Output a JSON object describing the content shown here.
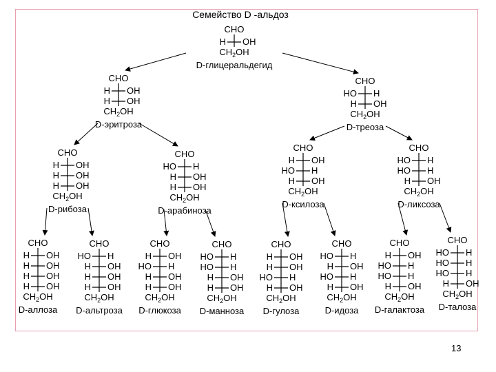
{
  "title": "Семейство D -альдоз",
  "slide_number": "13",
  "labels": {
    "aldehyde": "CHO",
    "end": "CH2OH"
  },
  "nodes": [
    {
      "id": "glyceraldehyde",
      "name": "D-глицеральдегид",
      "rows": [
        [
          "H",
          "OH"
        ]
      ]
    },
    {
      "id": "erythrose",
      "name": "D-эритроза",
      "rows": [
        [
          "H",
          "OH"
        ],
        [
          "H",
          "OH"
        ]
      ]
    },
    {
      "id": "threose",
      "name": "D-треоза",
      "rows": [
        [
          "HO",
          "H"
        ],
        [
          "H",
          "OH"
        ]
      ]
    },
    {
      "id": "ribose",
      "name": "D-рибоза",
      "rows": [
        [
          "H",
          "OH"
        ],
        [
          "H",
          "OH"
        ],
        [
          "H",
          "OH"
        ]
      ]
    },
    {
      "id": "arabinose",
      "name": "D-арабиноза",
      "rows": [
        [
          "HO",
          "H"
        ],
        [
          "H",
          "OH"
        ],
        [
          "H",
          "OH"
        ]
      ]
    },
    {
      "id": "xylose",
      "name": "D-ксилоза",
      "rows": [
        [
          "H",
          "OH"
        ],
        [
          "HO",
          "H"
        ],
        [
          "H",
          "OH"
        ]
      ]
    },
    {
      "id": "lyxose",
      "name": "D-ликсоза",
      "rows": [
        [
          "HO",
          "H"
        ],
        [
          "HO",
          "H"
        ],
        [
          "H",
          "OH"
        ]
      ]
    },
    {
      "id": "allose",
      "name": "D-аллоза",
      "rows": [
        [
          "H",
          "OH"
        ],
        [
          "H",
          "OH"
        ],
        [
          "H",
          "OH"
        ],
        [
          "H",
          "OH"
        ]
      ]
    },
    {
      "id": "altrose",
      "name": "D-альтроза",
      "rows": [
        [
          "HO",
          "H"
        ],
        [
          "H",
          "OH"
        ],
        [
          "H",
          "OH"
        ],
        [
          "H",
          "OH"
        ]
      ]
    },
    {
      "id": "glucose",
      "name": "D-глюкоза",
      "rows": [
        [
          "H",
          "OH"
        ],
        [
          "HO",
          "H"
        ],
        [
          "H",
          "OH"
        ],
        [
          "H",
          "OH"
        ]
      ]
    },
    {
      "id": "mannose",
      "name": "D-манноза",
      "rows": [
        [
          "HO",
          "H"
        ],
        [
          "HO",
          "H"
        ],
        [
          "H",
          "OH"
        ],
        [
          "H",
          "OH"
        ]
      ]
    },
    {
      "id": "gulose",
      "name": "D-гулоза",
      "rows": [
        [
          "H",
          "OH"
        ],
        [
          "H",
          "OH"
        ],
        [
          "HO",
          "H"
        ],
        [
          "H",
          "OH"
        ]
      ]
    },
    {
      "id": "idose",
      "name": "D-идоза",
      "rows": [
        [
          "HO",
          "H"
        ],
        [
          "H",
          "OH"
        ],
        [
          "HO",
          "H"
        ],
        [
          "H",
          "OH"
        ]
      ]
    },
    {
      "id": "galactose",
      "name": "D-галактоза",
      "rows": [
        [
          "H",
          "OH"
        ],
        [
          "HO",
          "H"
        ],
        [
          "HO",
          "H"
        ],
        [
          "H",
          "OH"
        ]
      ]
    },
    {
      "id": "talose",
      "name": "D-талоза",
      "rows": [
        [
          "HO",
          "H"
        ],
        [
          "HO",
          "H"
        ],
        [
          "HO",
          "H"
        ],
        [
          "H",
          "OH"
        ]
      ]
    }
  ],
  "edges": [
    [
      "glyceraldehyde",
      "erythrose"
    ],
    [
      "glyceraldehyde",
      "threose"
    ],
    [
      "erythrose",
      "ribose"
    ],
    [
      "erythrose",
      "arabinose"
    ],
    [
      "threose",
      "xylose"
    ],
    [
      "threose",
      "lyxose"
    ],
    [
      "ribose",
      "allose"
    ],
    [
      "ribose",
      "altrose"
    ],
    [
      "arabinose",
      "glucose"
    ],
    [
      "arabinose",
      "mannose"
    ],
    [
      "xylose",
      "gulose"
    ],
    [
      "xylose",
      "idose"
    ],
    [
      "lyxose",
      "galactose"
    ],
    [
      "lyxose",
      "talose"
    ]
  ]
}
